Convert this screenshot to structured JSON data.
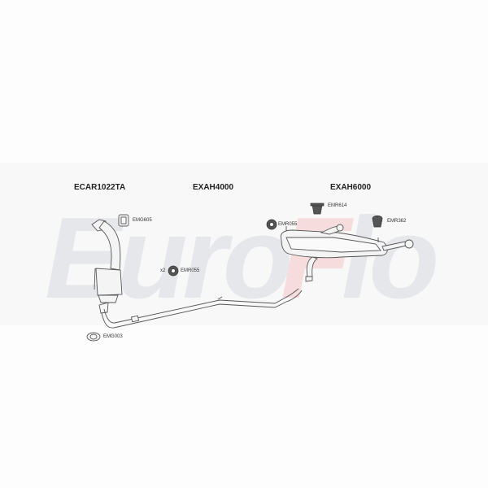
{
  "watermark": {
    "text_left": "Euro",
    "text_f": "F",
    "text_right": "lo",
    "color_gray": "#e6e7ea",
    "color_f": "#f6dcdc"
  },
  "sections": [
    {
      "part_number": "ECAR1022TA"
    },
    {
      "part_number": "EXAH4000"
    },
    {
      "part_number": "EXAH6000"
    }
  ],
  "fittings": [
    {
      "code": "EMG605",
      "qty": ""
    },
    {
      "code": "EMG003",
      "qty": ""
    },
    {
      "code": "EMR055",
      "qty": "x2"
    },
    {
      "code": "EMR055",
      "qty": ""
    },
    {
      "code": "EMR614",
      "qty": ""
    },
    {
      "code": "EMR362",
      "qty": ""
    }
  ]
}
